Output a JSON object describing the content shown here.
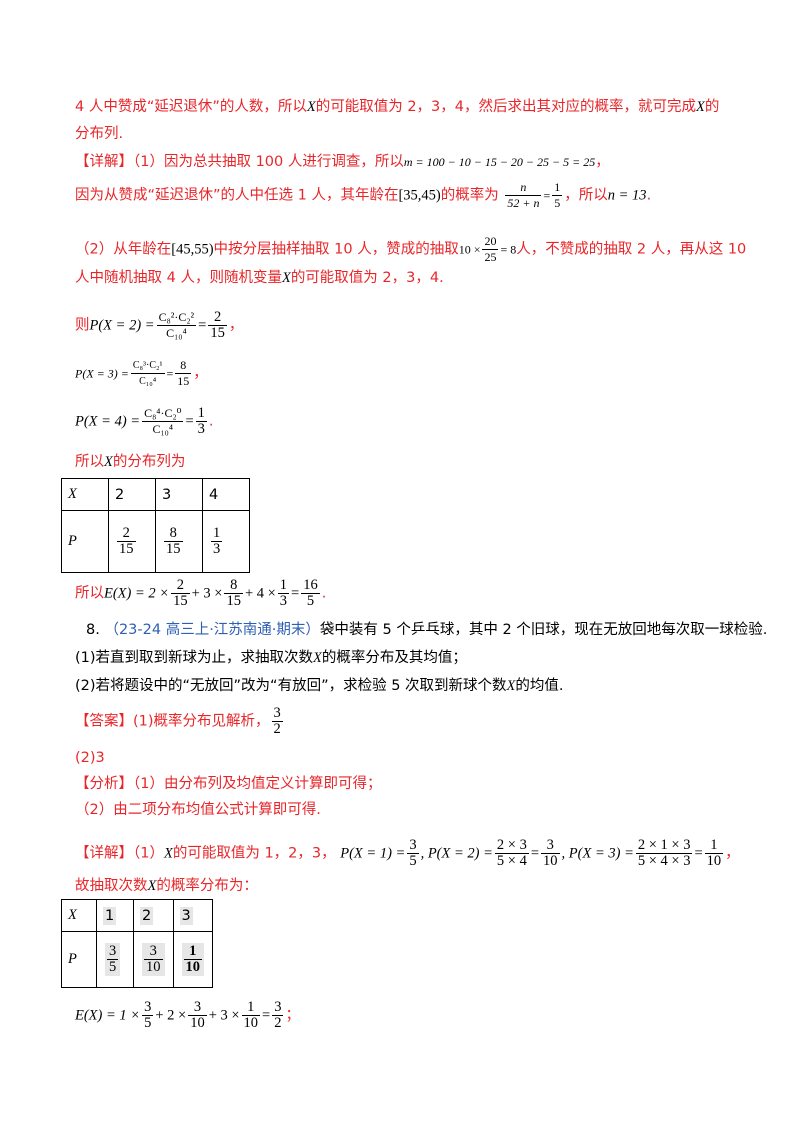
{
  "intro": {
    "l1a": "4 人中赞成“延迟退休”的人数，所以",
    "var_x": "X",
    "l1b": "的可能取值为 2，3，4，然后求出其对应的概率，就可完成",
    "l1c": "的",
    "l2": "分布列."
  },
  "d1": {
    "tag": "【详解】",
    "a": "（1）因为总共抽取 100 人进行调查，所以",
    "eq": "m = 100 − 10 − 15 − 20 − 25 − 5 = 25",
    "tail": "，"
  },
  "d2": {
    "a": "因为从赞成“延迟退休”的人中任选 1 人，其年龄在",
    "interval": "[35,45)",
    "b": "的概率为",
    "f_num": "n",
    "f_den": "52 + n",
    "eq": "=",
    "f2_num": "1",
    "f2_den": "5",
    "c": "，所以",
    "n_eq": "n = 13",
    "tail": "."
  },
  "d3": {
    "a": "（2）从年龄在",
    "interval": "[45,55)",
    "b": "中按分层抽样抽取 10 人，赞成的抽取",
    "calc_pre": "10 ×",
    "f_num": "20",
    "f_den": "25",
    "calc_post": "= 8",
    "c": "人，不赞成的抽取 2 人，再从这 10"
  },
  "d4": {
    "a": "人中随机抽取 4 人，则随机变量",
    "b": "的可能取值为 2，3，4."
  },
  "p2": {
    "pre": "则",
    "lhs": "P(X = 2) =",
    "num": "C₈²·C₂²",
    "den": "C₁₀⁴",
    "eq": "=",
    "rn": "2",
    "rd": "15",
    "tail": "，"
  },
  "p3": {
    "lhs": "P(X = 3) =",
    "num": "C₈³·C₂¹",
    "den": "C₁₀⁴",
    "eq": "=",
    "rn": "8",
    "rd": "15",
    "tail": "，"
  },
  "p4": {
    "lhs": "P(X = 4) =",
    "num": "C₈⁴·C₂⁰",
    "den": "C₁₀⁴",
    "eq": "=",
    "rn": "1",
    "rd": "3",
    "tail": "."
  },
  "dist1_title": {
    "a": "所以",
    "b": "的分布列为"
  },
  "table1": {
    "h1": "X",
    "h2": "P",
    "xs": [
      "2",
      "3",
      "4"
    ],
    "ps": [
      {
        "n": "2",
        "d": "15"
      },
      {
        "n": "8",
        "d": "15"
      },
      {
        "n": "1",
        "d": "3"
      }
    ]
  },
  "e1": {
    "pre": "所以",
    "lhs": "E(X) = 2 ×",
    "t1n": "2",
    "t1d": "15",
    "p2": "+ 3 ×",
    "t2n": "8",
    "t2d": "15",
    "p3": "+ 4 ×",
    "t3n": "1",
    "t3d": "3",
    "eq": "=",
    "rn": "16",
    "rd": "5",
    "tail": "."
  },
  "q8": {
    "num": "8.",
    "src": "（23-24 高三上·江苏南通·期末）",
    "text": "袋中装有 5 个乒乓球，其中 2 个旧球，现在无放回地每次取一球检验.",
    "s1a": "(1)若直到取到新球为止，求抽取次数",
    "s1b": "的概率分布及其均值；",
    "s2a": "(2)若将题设中的“无放回”改为“有放回”，求检验 5 次取到新球个数",
    "s2b": "的均值."
  },
  "ans": {
    "tag": "【答案】",
    "a": "(1)概率分布见解析，",
    "fn": "3",
    "fd": "2",
    "b": "(2)3"
  },
  "ana": {
    "tag": "【分析】",
    "l1": "（1）由分布列及均值定义计算即可得；",
    "l2": "（2）由二项分布均值公式计算即可得."
  },
  "d5": {
    "tag": "【详解】",
    "a": "（1）",
    "b": "的可能取值为 1，2，3，",
    "e1": "P(X = 1) =",
    "e1n": "3",
    "e1d": "5",
    "e2": ", P(X = 2) =",
    "e2n": "2 × 3",
    "e2d": "5 × 4",
    "e2eq": "=",
    "e2rn": "3",
    "e2rd": "10",
    "e3": ", P(X = 3) =",
    "e3n": "2 × 1 × 3",
    "e3d": "5 × 4 × 3",
    "e3eq": "=",
    "e3rn": "1",
    "e3rd": "10",
    "tail": "，"
  },
  "dist2_title": {
    "a": "故抽取次数",
    "b": "的概率分布为："
  },
  "table2": {
    "h1": "X",
    "h2": "P",
    "xs": [
      "1",
      "2",
      "3"
    ],
    "ps": [
      {
        "n": "3",
        "d": "5"
      },
      {
        "n": "3",
        "d": "10"
      },
      {
        "n": "1",
        "d": "10"
      }
    ]
  },
  "e2": {
    "lhs": "E(X) = 1 ×",
    "t1n": "3",
    "t1d": "5",
    "p2": "+ 2 ×",
    "t2n": "3",
    "t2d": "10",
    "p3": "+ 3 ×",
    "t3n": "1",
    "t3d": "10",
    "eq": "=",
    "rn": "3",
    "rd": "2",
    "tail": "；"
  },
  "colors": {
    "accent_red": "#e8262a",
    "source_blue": "#2e5fb4"
  }
}
